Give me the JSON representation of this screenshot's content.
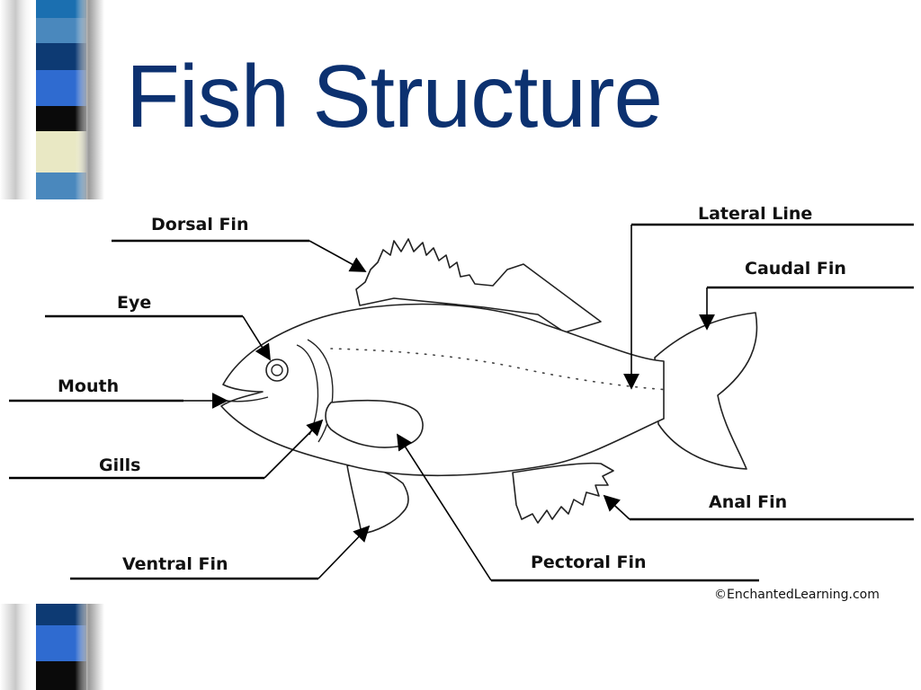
{
  "title": "Fish Structure",
  "diagram": {
    "labels": {
      "dorsal_fin": "Dorsal Fin",
      "eye": "Eye",
      "mouth": "Mouth",
      "gills": "Gills",
      "ventral_fin": "Ventral Fin",
      "lateral_line": "Lateral Line",
      "caudal_fin": "Caudal Fin",
      "anal_fin": "Anal Fin",
      "pectoral_fin": "Pectoral Fin"
    },
    "credit": "©EnchantedLearning.com"
  },
  "colors": {
    "title": "#0c3170",
    "stripes": [
      "#1b6fb0",
      "#3f8fc0",
      "#0d3a73",
      "#2f6bd0",
      "#0a0a0a",
      "#e9e8c4",
      "#4a88bd"
    ]
  }
}
